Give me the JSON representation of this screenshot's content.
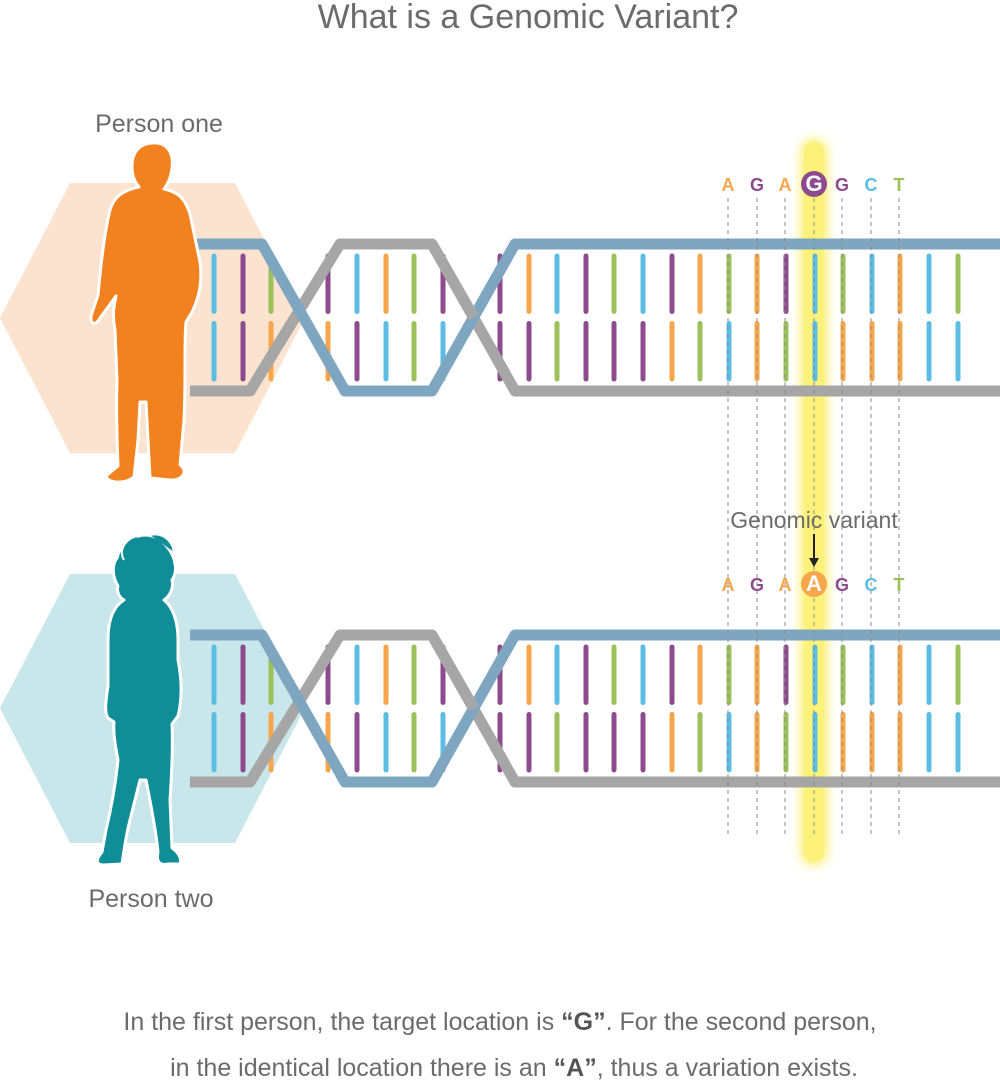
{
  "title": "What is a Genomic Variant?",
  "person_one": {
    "label": "Person one",
    "sequence": [
      "A",
      "G",
      "A",
      "G",
      "G",
      "C",
      "T"
    ],
    "highlighted_index": 3
  },
  "person_two": {
    "label": "Person two",
    "sequence": [
      "A",
      "G",
      "A",
      "A",
      "G",
      "C",
      "T"
    ],
    "highlighted_index": 3
  },
  "variant_label": "Genomic variant",
  "caption": {
    "line1_pre": "In the first person, the target location is ",
    "line1_em": "“G”",
    "line1_post": ". For the second person,",
    "line2_pre": "in the identical location there is an ",
    "line2_em": "“A”",
    "line2_post": ", thus a variation exists."
  },
  "colors": {
    "A": "#f7a64c",
    "G": "#8e4a8e",
    "C": "#5bbde4",
    "T": "#9cc05a",
    "person_one": "#f28220",
    "person_one_bg": "#fbe3d0",
    "person_two": "#0f8e98",
    "person_two_bg": "#c9e7ea",
    "strand_blue": "#7fa6c0",
    "strand_gray": "#a6a6a6",
    "highlight": "#fbf06e",
    "text_gray": "#6b6b6b"
  },
  "icons": {
    "person_one": "man-silhouette",
    "person_two": "woman-silhouette",
    "variant_arrow": "down-arrow"
  }
}
